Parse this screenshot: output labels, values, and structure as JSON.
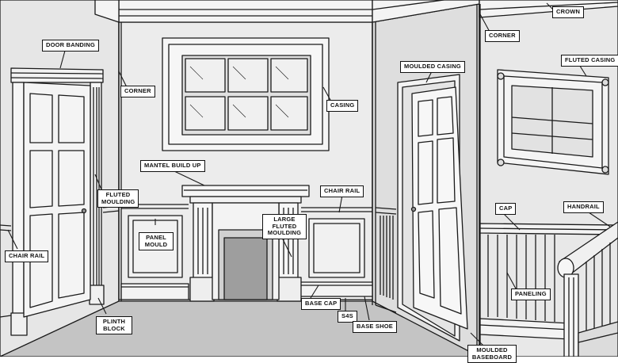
{
  "colors": {
    "line": "#1a1a1a",
    "wall_light": "#e9e9e9",
    "wall_mid": "#dcdcdc",
    "wall_dark": "#c8c8c8",
    "floor": "#c6c6c6",
    "label_bg": "#ffffff"
  },
  "labels": {
    "crown": "CROWN",
    "corner_top": "CORNER",
    "door_banding": "DOOR BANDING",
    "corner_left": "CORNER",
    "casing": "CASING",
    "moulded_casing": "MOULDED CASING",
    "fluted_casing": "FLUTED CASING",
    "mantel_build_up": "MANTEL BUILD UP",
    "fluted_moulding": "FLUTED MOULDING",
    "chair_rail_center": "CHAIR RAIL",
    "cap": "CAP",
    "handrail": "HANDRAIL",
    "panel_mould": "PANEL MOULD",
    "large_fluted_moulding": "LARGE FLUTED MOULDING",
    "chair_rail_left": "CHAIR RAIL",
    "paneling": "PANELING",
    "base_cap": "BASE CAP",
    "s4s": "S4S",
    "base_shoe": "BASE SHOE",
    "plinth_block": "PLINTH BLOCK",
    "moulded_baseboard": "MOULDED BASEBOARD"
  }
}
